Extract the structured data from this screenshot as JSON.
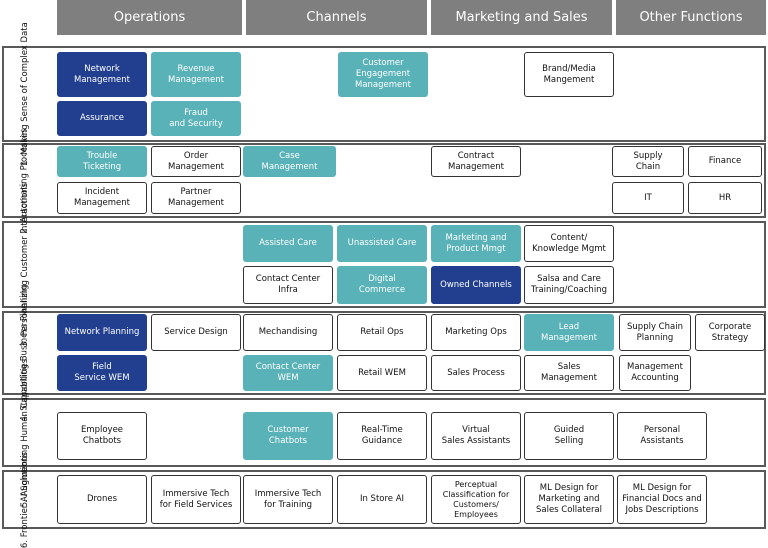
{
  "columns": [
    "Operations",
    "Channels",
    "Marketing and Sales",
    "Other Functions"
  ],
  "rows": [
    "1. Making Sense of\nComplex Data",
    "2. Automating\nProcesses",
    "3. Personalizing\nCustomer\nInteractions",
    "4. Supporting\nBusiness\nPlanning",
    "5. Augmenting\nHuman\nCapabilities",
    "6. Frontier\nAI Solutions"
  ],
  "colors": {
    "dark": "#213f8e",
    "teal": "#59b2b8",
    "header": "#7f7f7f"
  },
  "cells": [
    {
      "label": "Network\nManagement",
      "style": "dark",
      "row": 1,
      "column": "Operations"
    },
    {
      "label": "Revenue\nManagement",
      "style": "teal",
      "row": 1,
      "column": "Operations"
    },
    {
      "label": "Customer\nEngagement\nManagement",
      "style": "teal",
      "row": 1,
      "column": "Channels"
    },
    {
      "label": "Brand/Media\nMangement",
      "style": "white",
      "row": 1,
      "column": "Marketing and Sales"
    },
    {
      "label": "Assurance",
      "style": "dark",
      "row": 1,
      "column": "Operations"
    },
    {
      "label": "Fraud\nand Security",
      "style": "teal",
      "row": 1,
      "column": "Operations"
    },
    {
      "label": "Trouble\nTicketing",
      "style": "teal",
      "row": 2,
      "column": "Operations"
    },
    {
      "label": "Order\nManagement",
      "style": "white",
      "row": 2,
      "column": "Operations"
    },
    {
      "label": "Case\nManagement",
      "style": "teal",
      "row": 2,
      "column": "Channels"
    },
    {
      "label": "Contract\nManagement",
      "style": "white",
      "row": 2,
      "column": "Marketing and Sales"
    },
    {
      "label": "Supply\nChain",
      "style": "white",
      "row": 2,
      "column": "Other Functions"
    },
    {
      "label": "Finance",
      "style": "white",
      "row": 2,
      "column": "Other Functions"
    },
    {
      "label": "Incident\nManagement",
      "style": "white",
      "row": 2,
      "column": "Operations"
    },
    {
      "label": "Partner\nManagement",
      "style": "white",
      "row": 2,
      "column": "Operations"
    },
    {
      "label": "IT",
      "style": "white",
      "row": 2,
      "column": "Other Functions"
    },
    {
      "label": "HR",
      "style": "white",
      "row": 2,
      "column": "Other Functions"
    },
    {
      "label": "Assisted Care",
      "style": "teal",
      "row": 3,
      "column": "Channels"
    },
    {
      "label": "Unassisted Care",
      "style": "teal",
      "row": 3,
      "column": "Channels"
    },
    {
      "label": "Marketing and\nProduct Mmgt",
      "style": "teal",
      "row": 3,
      "column": "Marketing and Sales"
    },
    {
      "label": "Content/\nKnowledge Mgmt",
      "style": "white",
      "row": 3,
      "column": "Marketing and Sales"
    },
    {
      "label": "Contact Center\nInfra",
      "style": "white",
      "row": 3,
      "column": "Channels"
    },
    {
      "label": "Digital\nCommerce",
      "style": "teal",
      "row": 3,
      "column": "Channels"
    },
    {
      "label": "Owned Channels",
      "style": "dark",
      "row": 3,
      "column": "Marketing and Sales"
    },
    {
      "label": "Salsa and Care\nTraining/Coaching",
      "style": "white",
      "row": 3,
      "column": "Marketing and Sales"
    },
    {
      "label": "Network Planning",
      "style": "dark",
      "row": 4,
      "column": "Operations"
    },
    {
      "label": "Service Design",
      "style": "white",
      "row": 4,
      "column": "Operations"
    },
    {
      "label": "Mechandising",
      "style": "white",
      "row": 4,
      "column": "Channels"
    },
    {
      "label": "Retail Ops",
      "style": "white",
      "row": 4,
      "column": "Channels"
    },
    {
      "label": "Marketing Ops",
      "style": "white",
      "row": 4,
      "column": "Marketing and Sales"
    },
    {
      "label": "Lead\nManagement",
      "style": "teal",
      "row": 4,
      "column": "Marketing and Sales"
    },
    {
      "label": "Supply Chain\nPlanning",
      "style": "white",
      "row": 4,
      "column": "Other Functions"
    },
    {
      "label": "Corporate\nStrategy",
      "style": "white",
      "row": 4,
      "column": "Other Functions"
    },
    {
      "label": "Field\nService WEM",
      "style": "dark",
      "row": 4,
      "column": "Operations"
    },
    {
      "label": "Contact Center\nWEM",
      "style": "teal",
      "row": 4,
      "column": "Channels"
    },
    {
      "label": "Retail WEM",
      "style": "white",
      "row": 4,
      "column": "Channels"
    },
    {
      "label": "Sales Process",
      "style": "white",
      "row": 4,
      "column": "Marketing and Sales"
    },
    {
      "label": "Sales\nManagement",
      "style": "white",
      "row": 4,
      "column": "Marketing and Sales"
    },
    {
      "label": "Management\nAccounting",
      "style": "white",
      "row": 4,
      "column": "Other Functions"
    },
    {
      "label": "Employee\nChatbots",
      "style": "white",
      "row": 5,
      "column": "Operations"
    },
    {
      "label": "Customer\nChatbots",
      "style": "teal",
      "row": 5,
      "column": "Channels"
    },
    {
      "label": "Real-Time\nGuidance",
      "style": "white",
      "row": 5,
      "column": "Channels"
    },
    {
      "label": "Virtual\nSales Assistants",
      "style": "white",
      "row": 5,
      "column": "Marketing and Sales"
    },
    {
      "label": "Guided\nSelling",
      "style": "white",
      "row": 5,
      "column": "Marketing and Sales"
    },
    {
      "label": "Personal\nAssistants",
      "style": "white",
      "row": 5,
      "column": "Other Functions"
    },
    {
      "label": "Drones",
      "style": "white",
      "row": 6,
      "column": "Operations"
    },
    {
      "label": "Immersive Tech\nfor Field Services",
      "style": "white",
      "row": 6,
      "column": "Operations"
    },
    {
      "label": "Immersive Tech\nfor Training",
      "style": "white",
      "row": 6,
      "column": "Channels"
    },
    {
      "label": "In Store AI",
      "style": "white",
      "row": 6,
      "column": "Channels"
    },
    {
      "label": "Perceptual\nClassification for\nCustomers/\nEmployees",
      "style": "white",
      "row": 6,
      "column": "Marketing and Sales"
    },
    {
      "label": "ML Design for\nMarketing and\nSales Collateral",
      "style": "white",
      "row": 6,
      "column": "Marketing and Sales"
    },
    {
      "label": "ML Design for\nFinancial Docs and\nJobs Descriptions",
      "style": "white",
      "row": 6,
      "column": "Other Functions"
    }
  ]
}
